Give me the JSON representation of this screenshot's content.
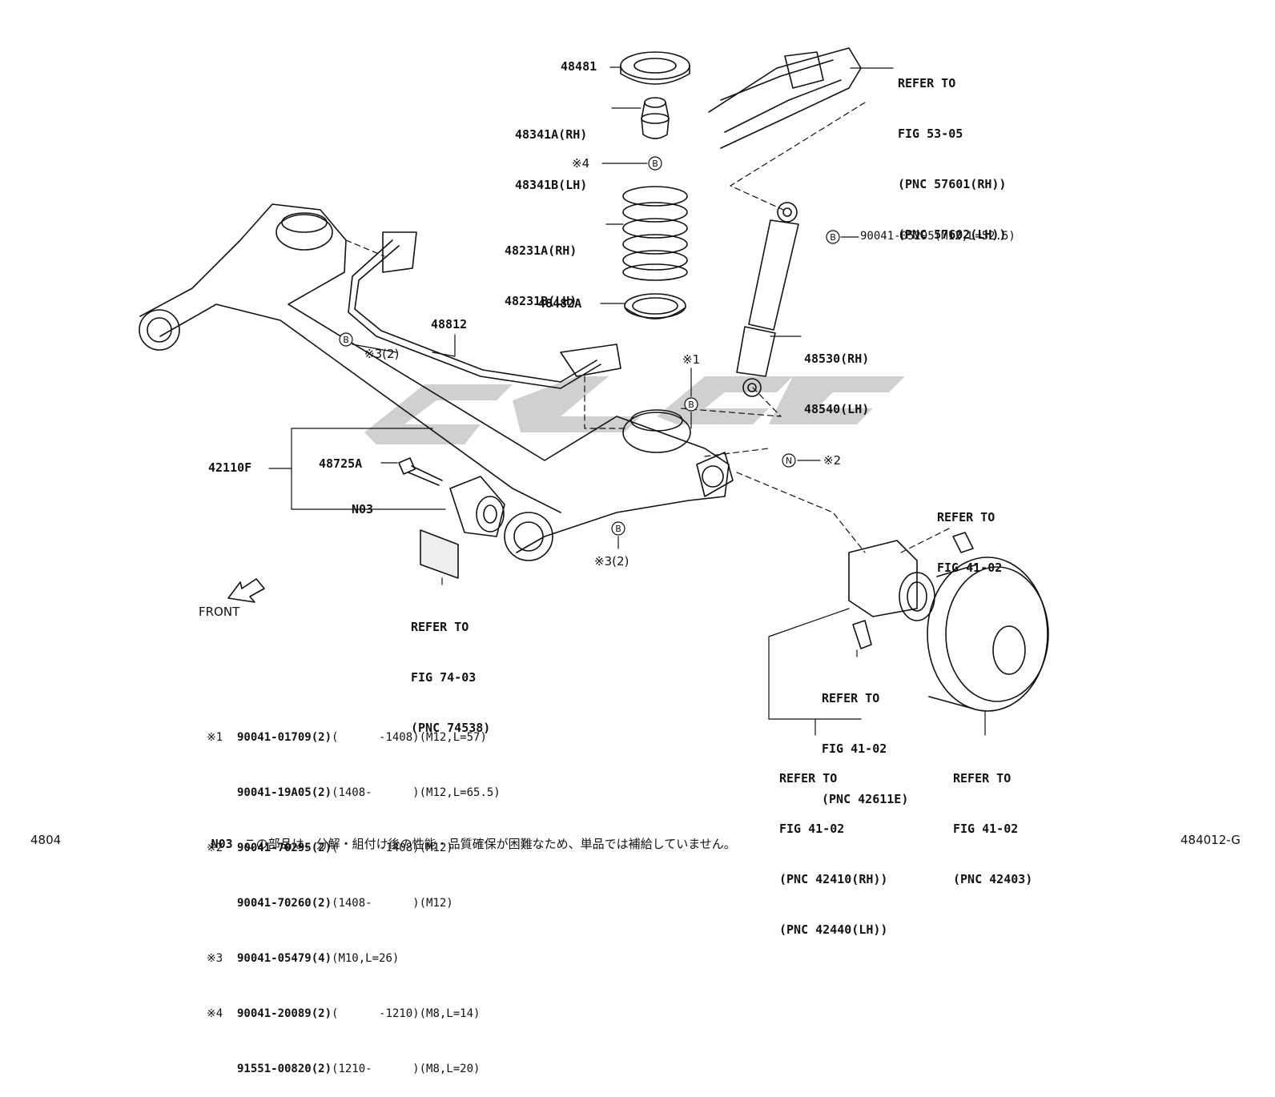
{
  "corner": {
    "left": "4804",
    "right": "484012-G"
  },
  "front_label": "FRONT",
  "callout_b": "B",
  "callout_n": "N",
  "parts": {
    "p48481": "48481",
    "p48341": [
      "48341A(RH)",
      "48341B(LH)"
    ],
    "mark4": "※4",
    "p48231": [
      "48231A(RH)",
      "48231B(LH)"
    ],
    "p48482": "48482A",
    "p48812": "48812",
    "mark3_upper": "※3(2)",
    "mark1": "※1",
    "bolt_b_text": "90041-05295(M12,L=52.5)",
    "p48530": [
      "48530(RH)",
      "48540(LH)"
    ],
    "p42110": "42110F",
    "p48725": "48725A",
    "n03": "N03",
    "mark2": "※2",
    "mark3_lower": "※3(2)"
  },
  "refers": {
    "fig53": [
      "REFER TO",
      "FIG 53-05",
      "(PNC 57601(RH))",
      "(PNC 57602(LH))"
    ],
    "fig41_top": [
      "REFER TO",
      "FIG 41-02"
    ],
    "fig74": [
      "REFER TO",
      "FIG 74-03",
      "(PNC 74538)"
    ],
    "fig41_bolt": [
      "REFER TO",
      "FIG 41-02",
      "(PNC 42611E)"
    ],
    "fig41_hub": [
      "REFER TO",
      "FIG 41-02",
      "(PNC 42410(RH))",
      "(PNC 42440(LH))"
    ],
    "fig41_drum": [
      "REFER TO",
      "FIG 41-02",
      "(PNC 42403)"
    ]
  },
  "notes": [
    {
      "mark": "※1",
      "pn": "90041-01709(2)",
      "rest": "(      -1408)(M12,L=57)"
    },
    {
      "mark": "",
      "pn": "90041-19A05(2)",
      "rest": "(1408-      )(M12,L=65.5)"
    },
    {
      "mark": "※2",
      "pn": "90041-70295(2)",
      "rest": "(      -1408)(M12)"
    },
    {
      "mark": "",
      "pn": "90041-70260(2)",
      "rest": "(1408-      )(M12)"
    },
    {
      "mark": "※3",
      "pn": "90041-05479(4)",
      "rest": "(M10,L=26)"
    },
    {
      "mark": "※4",
      "pn": "90041-20089(2)",
      "rest": "(      -1210)(M8,L=14)"
    },
    {
      "mark": "",
      "pn": "91551-00820(2)",
      "rest": "(1210-      )(M8,L=20)"
    }
  ],
  "n03_note": {
    "code": "N03",
    "text": "この部品は、分解・組付け後の性能・品質確保が困難なため、単品では補給していません。"
  },
  "colors": {
    "line": "#111111",
    "watermark": "#c8c8c8"
  }
}
